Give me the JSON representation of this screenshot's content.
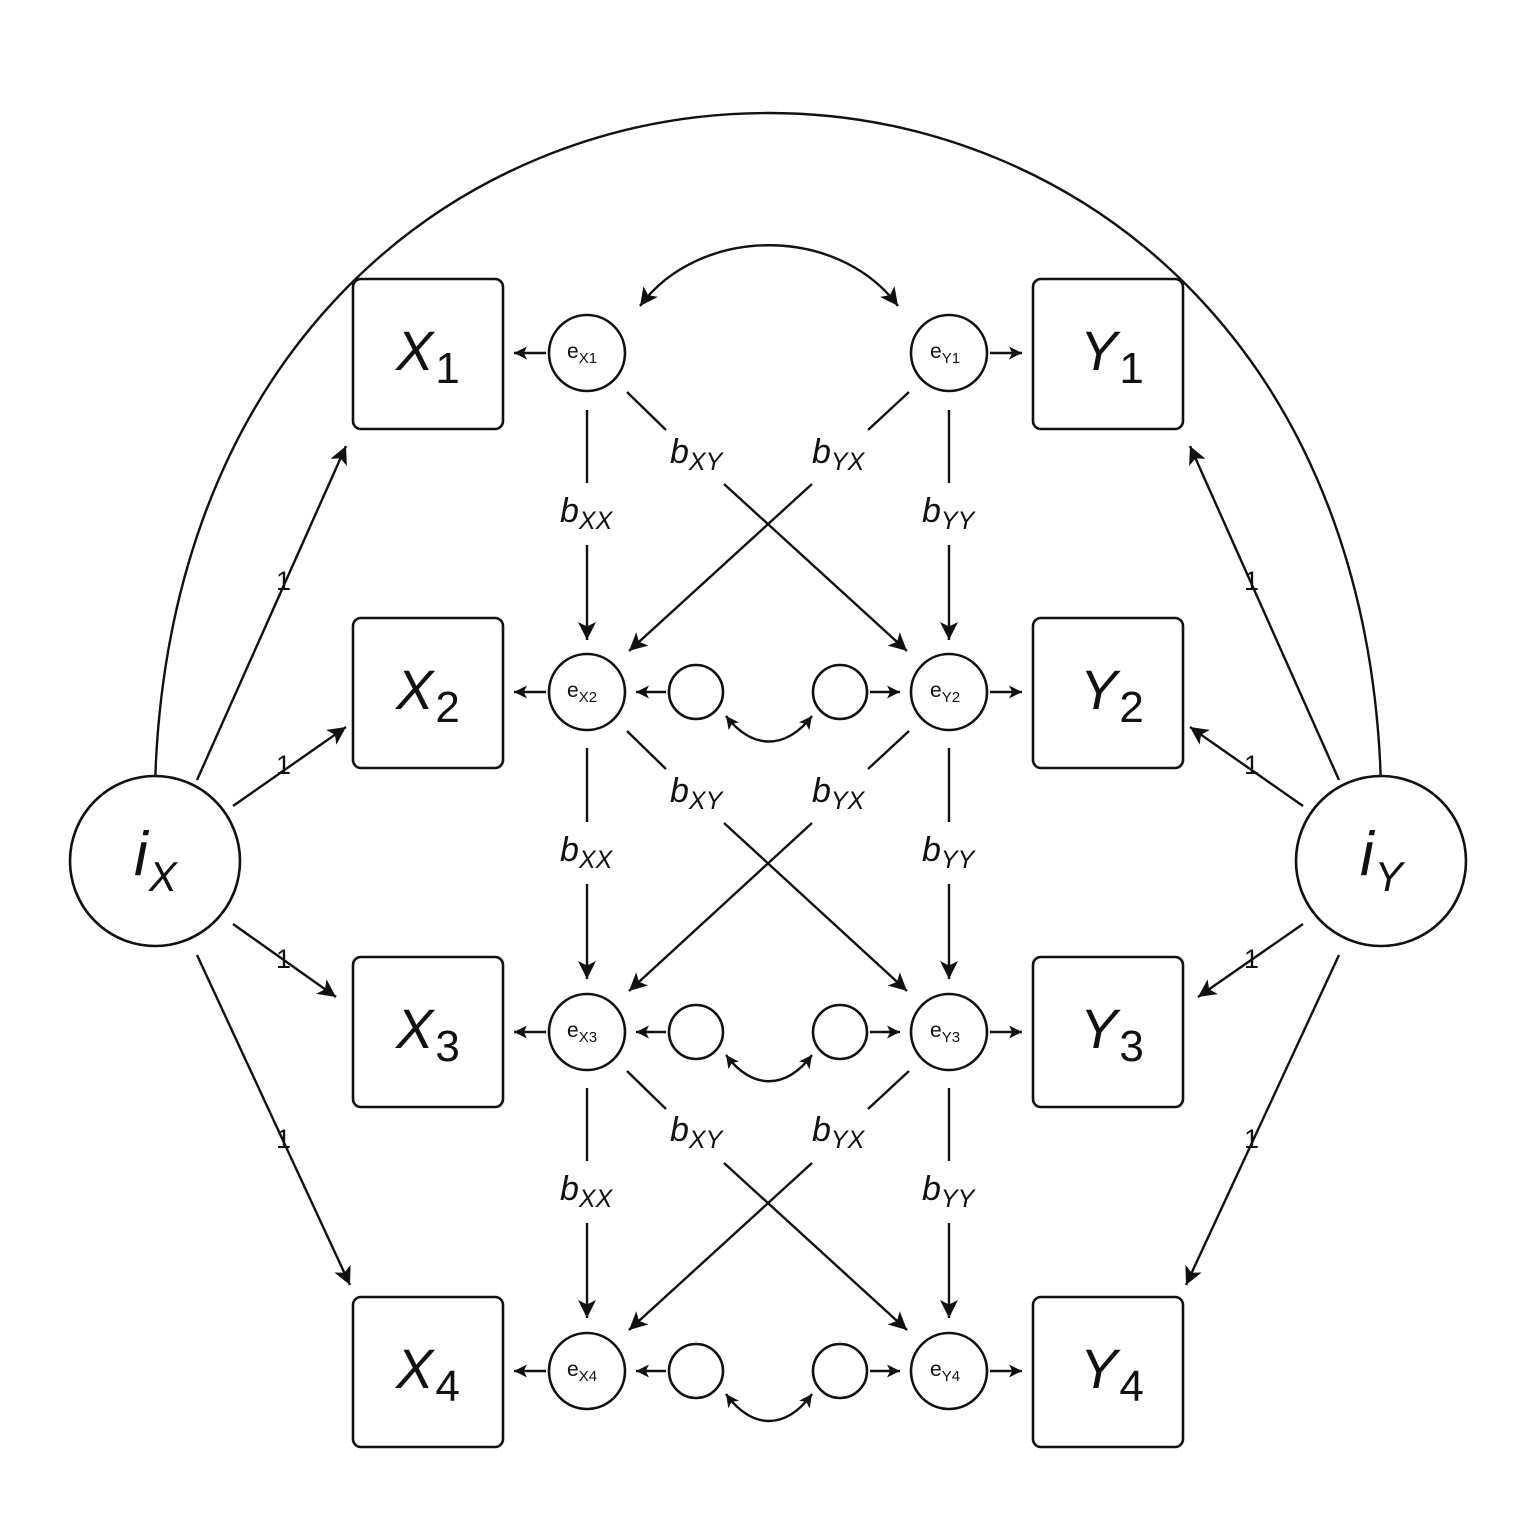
{
  "observed_x": [
    {
      "name": "X",
      "index": "1"
    },
    {
      "name": "X",
      "index": "2"
    },
    {
      "name": "X",
      "index": "3"
    },
    {
      "name": "X",
      "index": "4"
    }
  ],
  "observed_y": [
    {
      "name": "Y",
      "index": "1"
    },
    {
      "name": "Y",
      "index": "2"
    },
    {
      "name": "Y",
      "index": "3"
    },
    {
      "name": "Y",
      "index": "4"
    }
  ],
  "errors_x": [
    {
      "e": "e",
      "sub": "X1"
    },
    {
      "e": "e",
      "sub": "X2"
    },
    {
      "e": "e",
      "sub": "X3"
    },
    {
      "e": "e",
      "sub": "X4"
    }
  ],
  "errors_y": [
    {
      "e": "e",
      "sub": "Y1"
    },
    {
      "e": "e",
      "sub": "Y2"
    },
    {
      "e": "e",
      "sub": "Y3"
    },
    {
      "e": "e",
      "sub": "Y4"
    }
  ],
  "latent_x": {
    "name": "i",
    "sub": "X"
  },
  "latent_y": {
    "name": "i",
    "sub": "Y"
  },
  "path_labels": {
    "b": "b",
    "xx": "XX",
    "yy": "YY",
    "xy": "XY",
    "yx": "YX"
  },
  "loading_label": "1",
  "colors": {
    "ink": "#111111",
    "background": "#ffffff"
  }
}
